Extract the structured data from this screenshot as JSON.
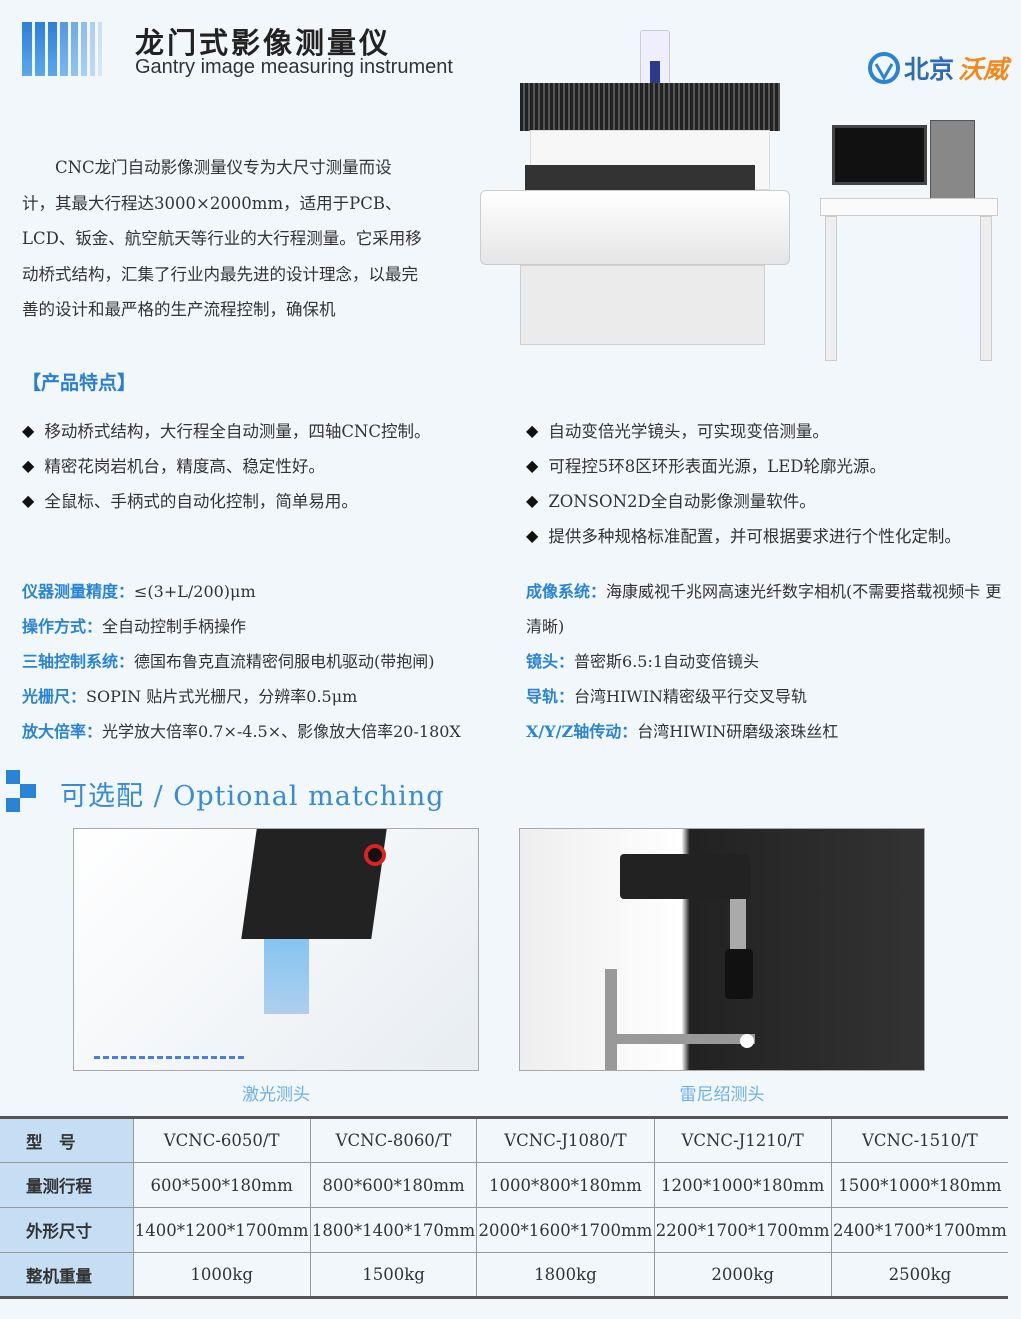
{
  "header": {
    "title_cn": "龙门式影像测量仪",
    "title_en": "Gantry image measuring instrument",
    "logo_blue": "北京",
    "logo_orange": "沃威"
  },
  "intro": "CNC龙门自动影像测量仪专为大尺寸测量而设计，其最大行程达3000×2000mm，适用于PCB、LCD、钣金、航空航天等行业的大行程测量。它采用移动桥式结构，汇集了行业内最先进的设计理念，以最完善的设计和最严格的生产流程控制，确保机",
  "features": {
    "heading": "【产品特点】",
    "left": [
      "移动桥式结构，大行程全自动测量，四轴CNC控制。",
      "精密花岗岩机台，精度高、稳定性好。",
      "全鼠标、手柄式的自动化控制，简单易用。"
    ],
    "right": [
      "自动变倍光学镜头，可实现变倍测量。",
      "可程控5环8区环形表面光源，LED轮廓光源。",
      "ZONSON2D全自动影像测量软件。",
      "提供多种规格标准配置，并可根据要求进行个性化定制。"
    ]
  },
  "specs": {
    "left": [
      {
        "k": "仪器测量精度：",
        "v": "≤(3+L/200)μm"
      },
      {
        "k": "操作方式：",
        "v": "全自动控制手柄操作"
      },
      {
        "k": "三轴控制系统：",
        "v": "德国布鲁克直流精密伺服电机驱动(带抱闸)"
      },
      {
        "k": "光栅尺：",
        "v": "SOPIN 贴片式光栅尺，分辨率0.5μm"
      },
      {
        "k": "放大倍率：",
        "v": "光学放大倍率0.7×-4.5×、影像放大倍率20-180X"
      }
    ],
    "right": [
      {
        "k": "成像系统：",
        "v": "海康威视千兆网高速光纤数字相机(不需要搭载视频卡 更清晰)"
      },
      {
        "k": "镜头：",
        "v": "普密斯6.5:1自动变倍镜头"
      },
      {
        "k": "导轨：",
        "v": "台湾HIWIN精密级平行交叉导轨"
      },
      {
        "k": "X/Y/Z轴传动：",
        "v": "台湾HIWIN研磨级滚珠丝杠"
      }
    ]
  },
  "optional": {
    "heading": "可选配 / Optional matching",
    "captions": [
      "激光测头",
      "雷尼绍测头"
    ]
  },
  "table": {
    "rows": [
      [
        "型　号",
        "VCNC-6050/T",
        "VCNC-8060/T",
        "VCNC-J1080/T",
        "VCNC-J1210/T",
        "VCNC-1510/T"
      ],
      [
        "量测行程",
        "600*500*180mm",
        "800*600*180mm",
        "1000*800*180mm",
        "1200*1000*180mm",
        "1500*1000*180mm"
      ],
      [
        "外形尺寸",
        "1400*1200*1700mm",
        "1800*1400*170mm",
        "2000*1600*1700mm",
        "2200*1700*1700mm",
        "2400*1700*1700mm"
      ],
      [
        "整机重量",
        "1000kg",
        "1500kg",
        "1800kg",
        "2000kg",
        "2500kg"
      ]
    ]
  },
  "colors": {
    "accent": "#2a84d6",
    "table_header": "#c6def3"
  }
}
